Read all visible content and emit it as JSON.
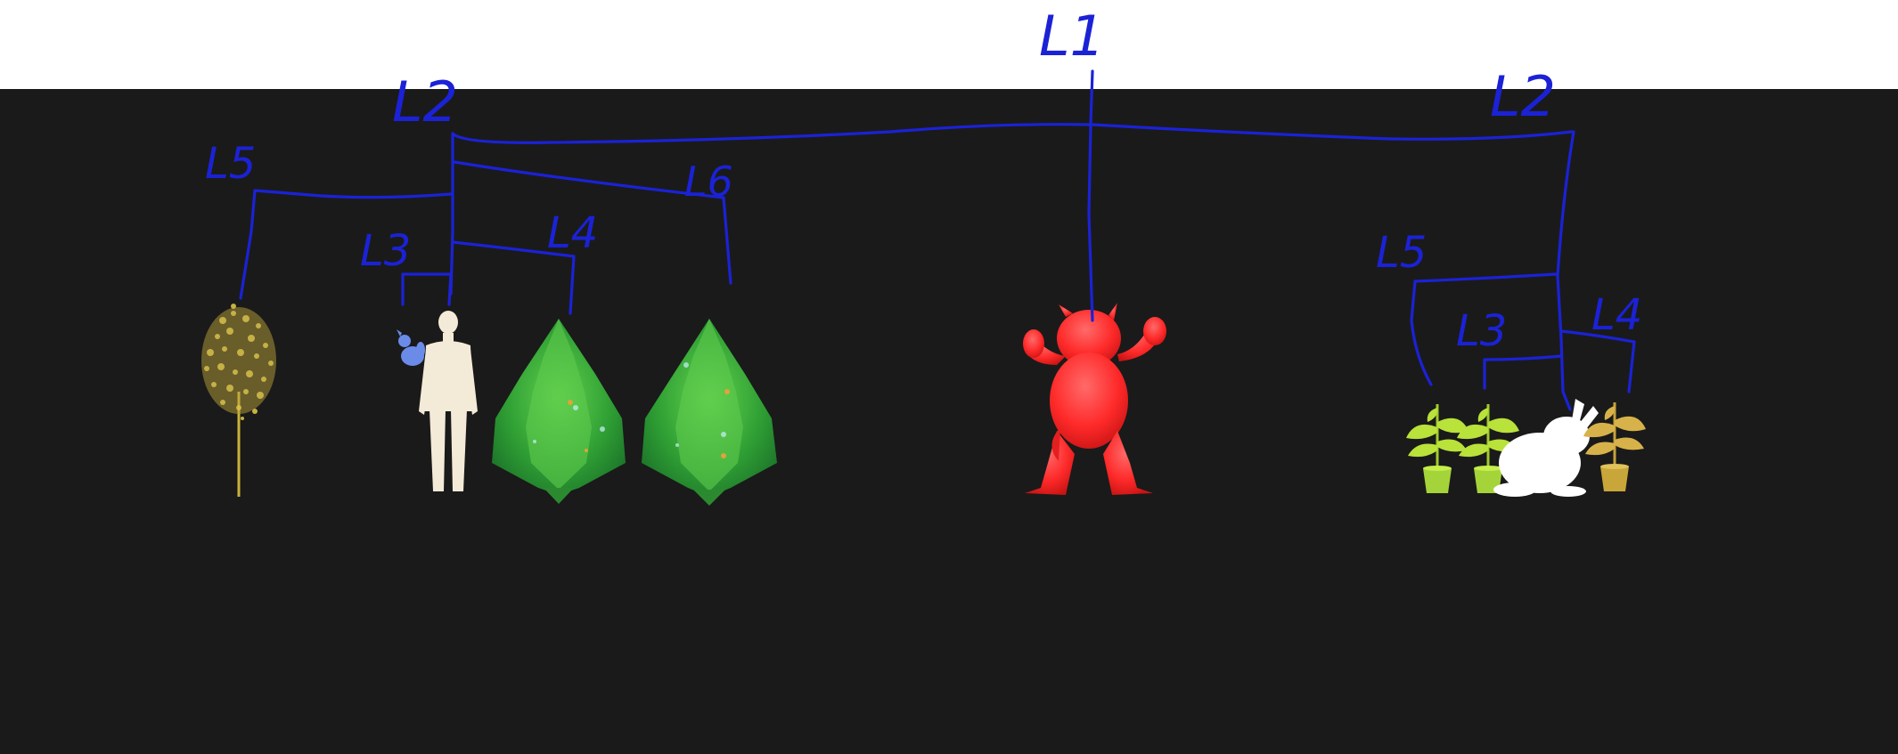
{
  "labels": {
    "root": "L1",
    "left_l2": "L2",
    "right_l2": "L2",
    "left_l5": "L5",
    "left_l6": "L6",
    "left_l3": "L3",
    "left_l4": "L4",
    "right_l5": "L5",
    "right_l3": "L3",
    "right_l4": "L4"
  },
  "objects": [
    {
      "name": "tree",
      "color": "#d8c24a"
    },
    {
      "name": "human",
      "color": "#f4ead8"
    },
    {
      "name": "small-blue-figure",
      "color": "#6a8be8"
    },
    {
      "name": "bush",
      "color": "#3fae3a"
    },
    {
      "name": "bush",
      "color": "#3fae3a"
    },
    {
      "name": "armadillo",
      "color": "#ff2a2a"
    },
    {
      "name": "potted-plant",
      "color": "#b9e23a"
    },
    {
      "name": "potted-plant",
      "color": "#b9e23a"
    },
    {
      "name": "bunny",
      "color": "#ffffff"
    },
    {
      "name": "potted-plant",
      "color": "#d7b24a"
    }
  ],
  "colors": {
    "background_top": "#ffffff",
    "background_scene": "#1a1a1a",
    "annotation_ink": "#1b22d6"
  }
}
